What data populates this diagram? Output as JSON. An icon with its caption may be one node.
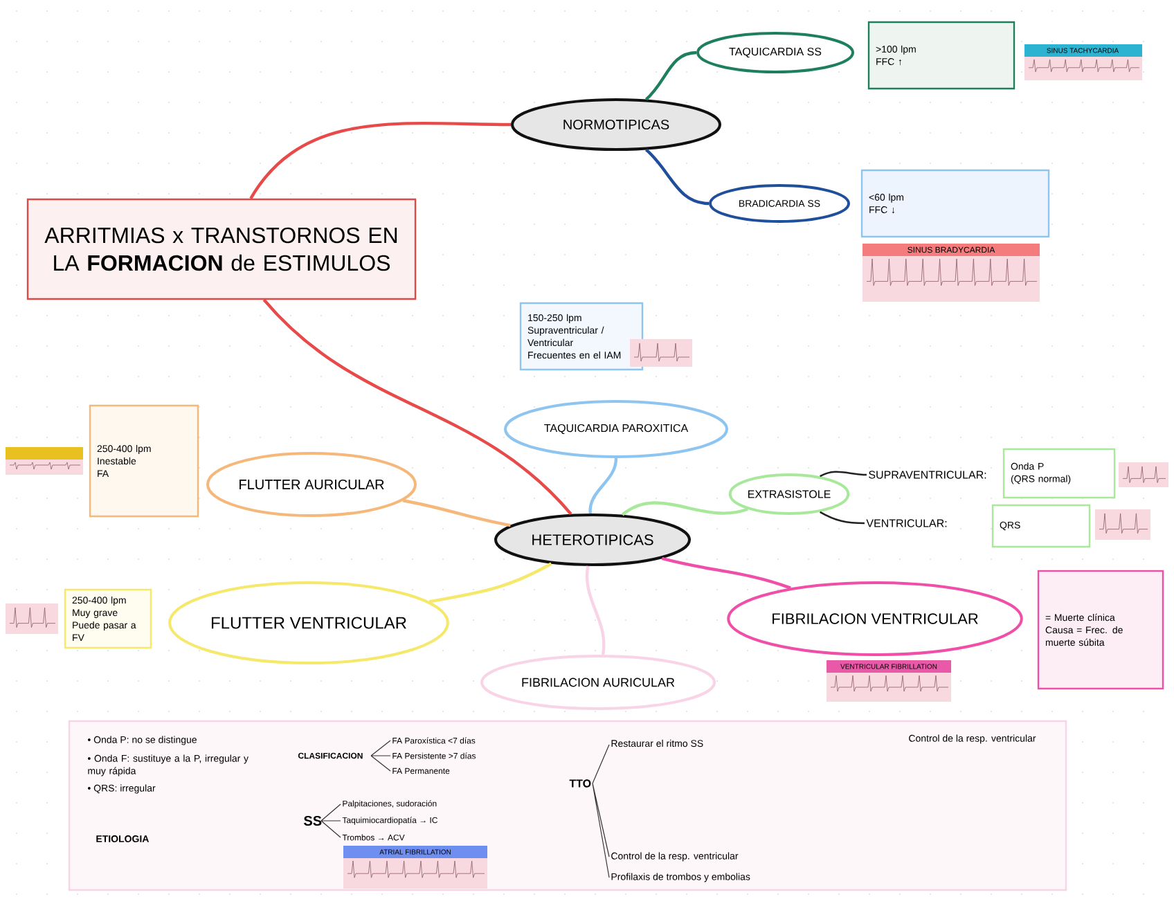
{
  "diagram": {
    "nodes": [
      {
        "text": [
          "ARRITMIAS x TRANSTORNOS EN LA **FORMACION** de ESTIMULOS"
        ]
      },
      {
        "text": [
          "NORMOTIPICAS"
        ]
      },
      {
        "text": [
          "TAQUICARDIA SS"
        ]
      },
      {
        "text": [
          "BRADICARDIA SS"
        ]
      },
      {
        "text": [
          ">100 lpm",
          "FFC ↑"
        ]
      },
      {
        "text": [
          "<60 lpm",
          "FFC ↓"
        ]
      },
      {
        "text": [
          "HETEROTIPICAS"
        ]
      },
      {
        "text": [
          "TAQUICARDIA PAROXITICA"
        ]
      },
      {
        "text": [
          "150-250 lpm",
          "Supraventricular / Ventricular",
          "Frecuentes en el IAM"
        ]
      },
      {
        "text": [
          "FLUTTER AURICULAR"
        ]
      },
      {
        "text": [
          "250-400 lpm",
          "Inestable",
          "FA"
        ]
      },
      {
        "text": [
          "FLUTTER VENTRICULAR"
        ]
      },
      {
        "text": [
          "250-400 lpm",
          "Muy grave",
          "Puede pasar a FV"
        ]
      },
      {
        "text": [
          "FIBRILACION AURICULAR"
        ]
      },
      {
        "text": [
          "FIBRILACION VENTRICULAR"
        ]
      },
      {
        "text": [
          "= Muerte clínica",
          "Causa = Frec. de muerte súbita"
        ]
      },
      {
        "text": [
          "EXTRASISTOLE"
        ]
      },
      {
        "text": [
          "SUPRAVENTRICULAR:"
        ]
      },
      {
        "text": [
          "VENTRICULAR:"
        ]
      },
      {
        "text": [
          "Onda P",
          "(QRS normal)"
        ]
      },
      {
        "text": [
          "QRS"
        ]
      },
      {
        "text": [],
        "shape": "box"
      }
    ],
    "edges": [
      {
        "from": 0,
        "to": 1,
        "arrow": "none",
        "color": "#e84a4a"
      },
      {
        "from": 0,
        "to": 6,
        "arrow": "none",
        "color": "#e84a4a"
      },
      {
        "from": 1,
        "to": 2,
        "arrow": "none",
        "color": "#1e7f5c"
      },
      {
        "from": 1,
        "to": 3,
        "arrow": "none",
        "color": "#1f4e9a"
      },
      {
        "from": 6,
        "to": 7,
        "arrow": "none",
        "color": "#8ec5f0"
      },
      {
        "from": 6,
        "to": 9,
        "arrow": "none",
        "color": "#f5b87a"
      },
      {
        "from": 6,
        "to": 11,
        "arrow": "none",
        "color": "#f5e86a"
      },
      {
        "from": 6,
        "to": 13,
        "arrow": "none",
        "color": "#f8d4e6"
      },
      {
        "from": 6,
        "to": 14,
        "arrow": "none",
        "color": "#ef4fa8"
      },
      {
        "from": 6,
        "to": 16,
        "arrow": "none",
        "color": "#a8e89a"
      },
      {
        "from": 16,
        "to": 17,
        "arrow": "none",
        "color": "#222222"
      },
      {
        "from": 16,
        "to": 18,
        "arrow": "none",
        "color": "#222222"
      }
    ],
    "labels": [
      "SINUS TACHYCARDIA",
      "SINUS BRADYCARDIA",
      "VENTRICULAR FIBRILLATION",
      "• Onda P: no se distingue",
      "• Onda F: sustituye a la P, irregular y muy rápida",
      "• QRS: irregular",
      "ETIOLOGIA",
      "CLASIFICACION",
      "FA Paroxística <7 días",
      "FA Persistente >7 días",
      "FA Permanente",
      "SS",
      "Palpitaciones, sudoración",
      "Taquimiocardiopatía → IC",
      "Trombos → ACV",
      "ATRIAL FIBRILLATION",
      "TTO",
      "Restaurar el ritmo SS",
      "Control de la resp. ventricular",
      "Control de la resp. ventricular",
      "Profilaxis de trombos y embolias"
    ]
  }
}
